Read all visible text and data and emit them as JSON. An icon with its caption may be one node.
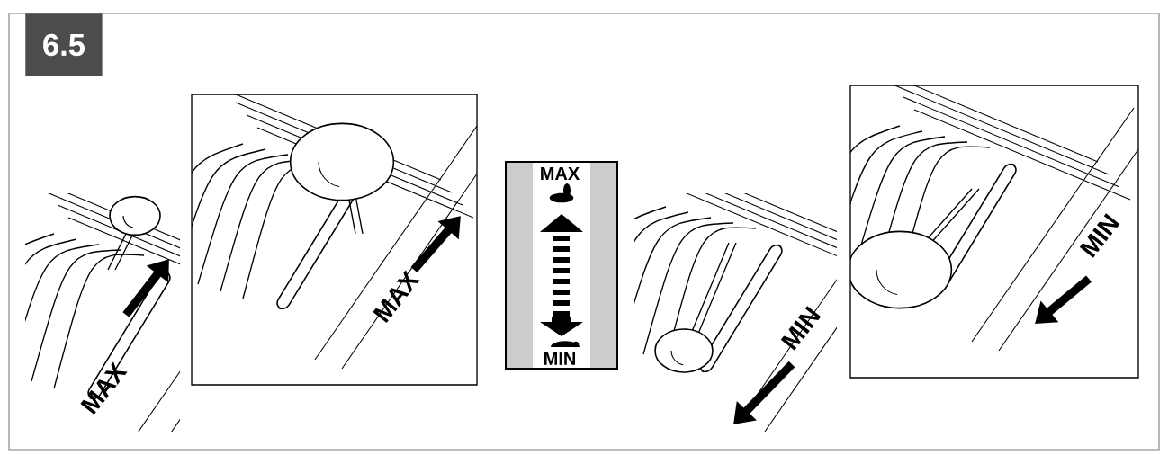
{
  "diagram": {
    "title": "6.5",
    "labels": [
      "MAX",
      "MAX",
      "MAX",
      "MIN",
      "MIN",
      "MIN"
    ]
  }
}
